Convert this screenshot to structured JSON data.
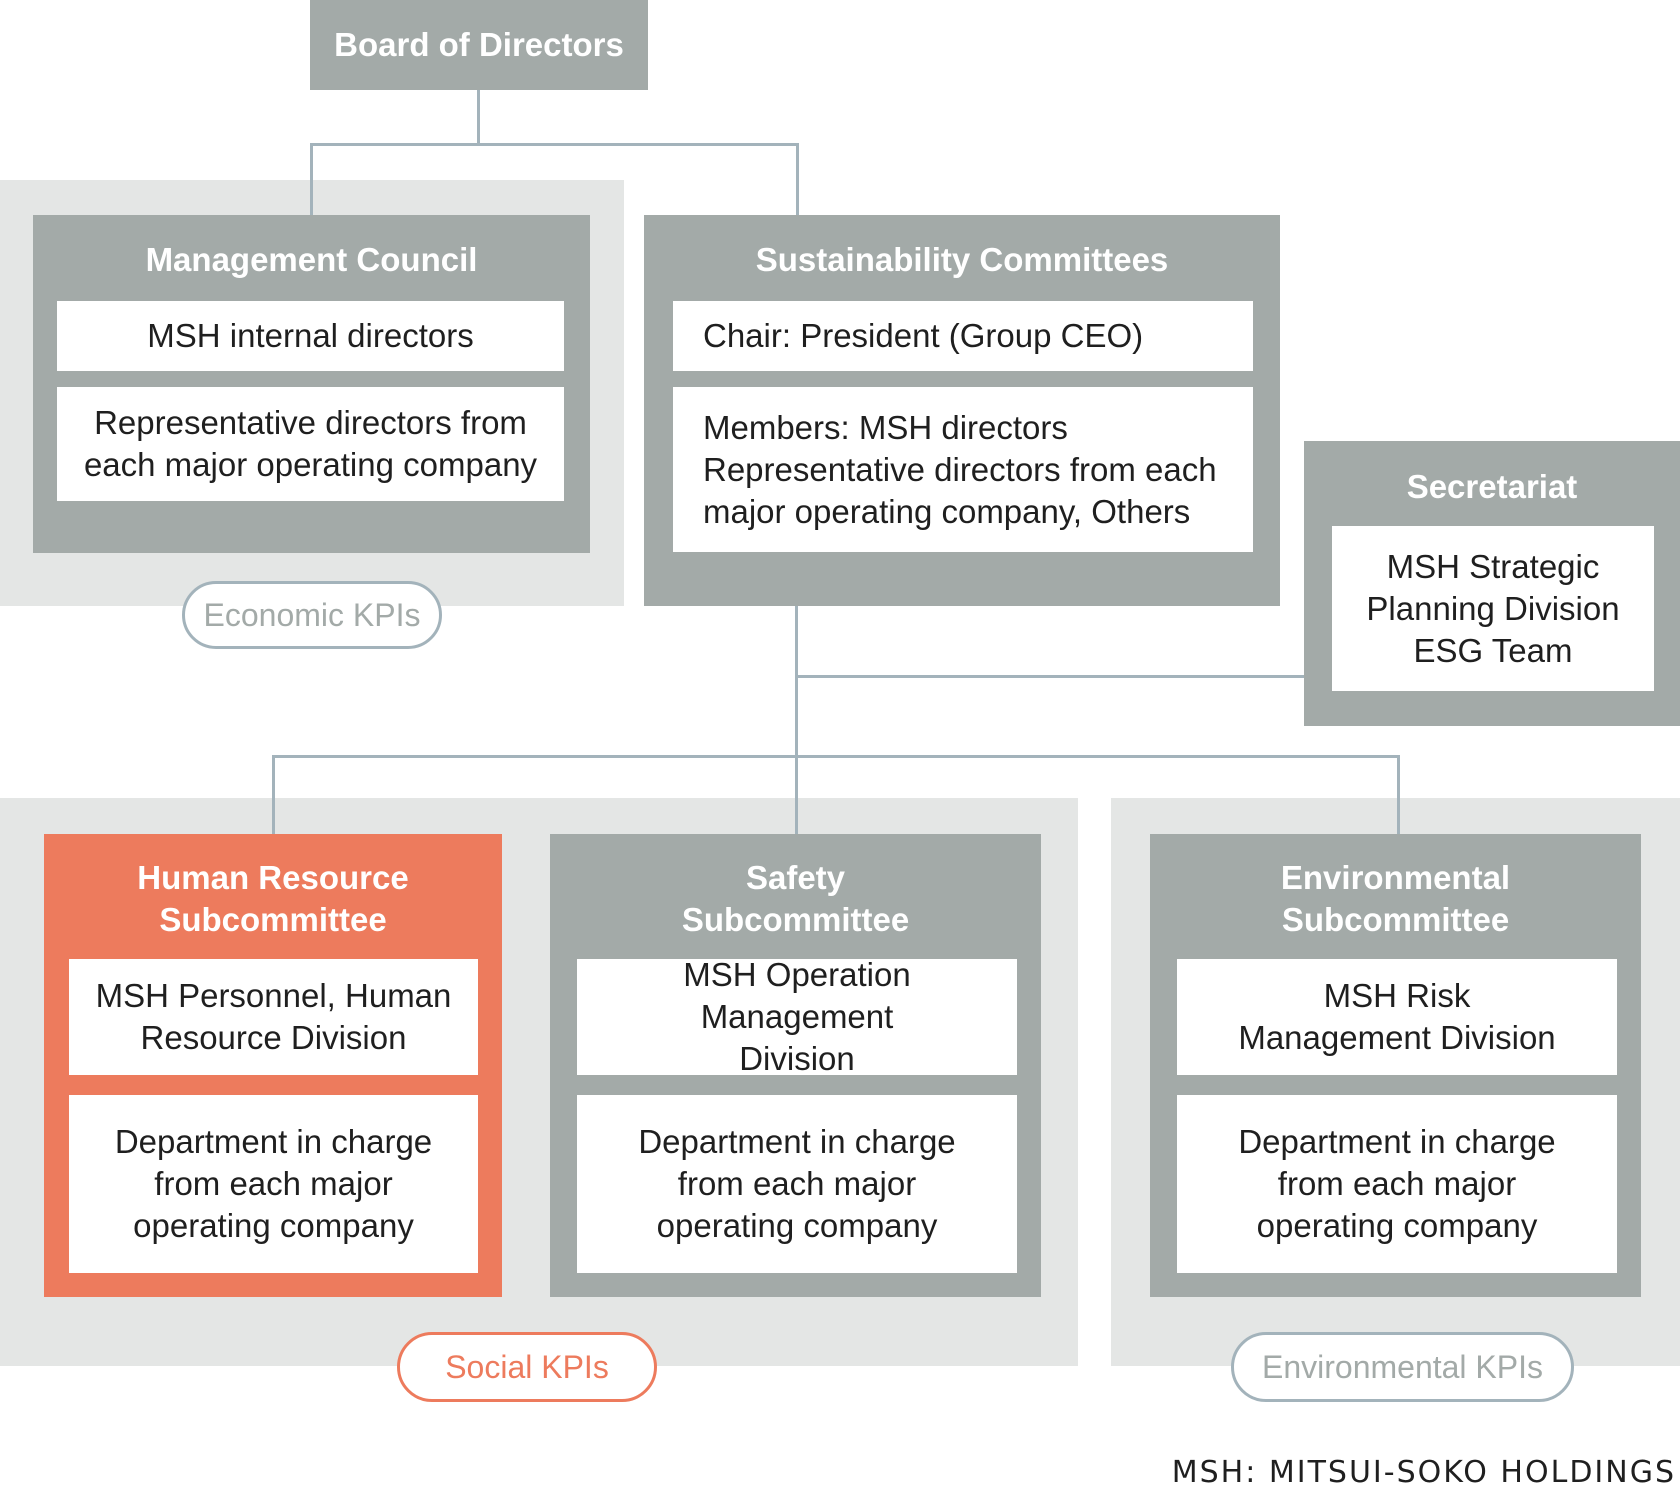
{
  "board": {
    "title": "Board of Directors"
  },
  "management": {
    "title": "Management Council",
    "items": [
      "MSH internal directors",
      "Representative directors from\neach major operating company"
    ],
    "kpi": "Economic KPIs"
  },
  "sustainability": {
    "title": "Sustainability Committees",
    "chair": "Chair: President (Group CEO)",
    "members": "Members: MSH directors\nRepresentative directors from each\nmajor operating company, Others"
  },
  "secretariat": {
    "title": "Secretariat",
    "body": "MSH Strategic\nPlanning Division\nESG Team"
  },
  "hr": {
    "title": "Human Resource\nSubcommittee",
    "items": [
      "MSH Personnel, Human\nResource Division",
      "Department in charge\nfrom each major\noperating company"
    ]
  },
  "safety": {
    "title": "Safety\nSubcommittee",
    "items": [
      "MSH Operation Management\nDivision",
      "Department in charge\nfrom each major\noperating company"
    ]
  },
  "environmental": {
    "title": "Environmental\nSubcommittee",
    "items": [
      "MSH Risk\nManagement Division",
      "Department in charge\nfrom each major\noperating company"
    ]
  },
  "kpis": {
    "social": "Social KPIs",
    "environmental": "Environmental KPIs"
  },
  "footnote": "MSH: MITSUI-SOKO HOLDINGS",
  "colors": {
    "panel": "#a3aaa8",
    "accent": "#ed7b5d",
    "zone": "#e4e6e5",
    "connector": "#a3b3bb"
  }
}
